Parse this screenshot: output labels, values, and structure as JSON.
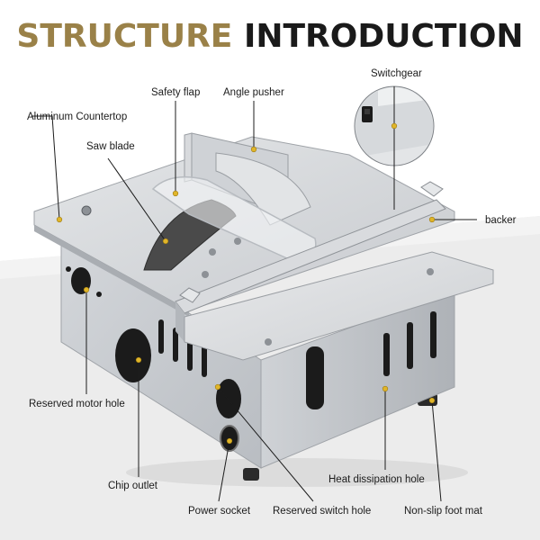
{
  "title": {
    "part1": "STRUCTURE",
    "part2": "INTRODUCTION"
  },
  "colors": {
    "title_accent": "#9a8148",
    "title_dark": "#1a1a1a",
    "metal": "#c9ccd1",
    "dot": "#e0b52a"
  },
  "labels": {
    "switchgear": "Switchgear",
    "safety_flap": "Safety flap",
    "angle_pusher": "Angle pusher",
    "aluminum_countertop": "Aluminum Countertop",
    "saw_blade": "Saw blade",
    "backer": "backer",
    "reserved_motor_hole": "Reserved motor hole",
    "chip_outlet": "Chip outlet",
    "heat_dissipation_hole": "Heat dissipation hole",
    "power_socket": "Power socket",
    "reserved_switch_hole": "Reserved switch hole",
    "non_slip_foot_mat": "Non-slip foot mat"
  }
}
